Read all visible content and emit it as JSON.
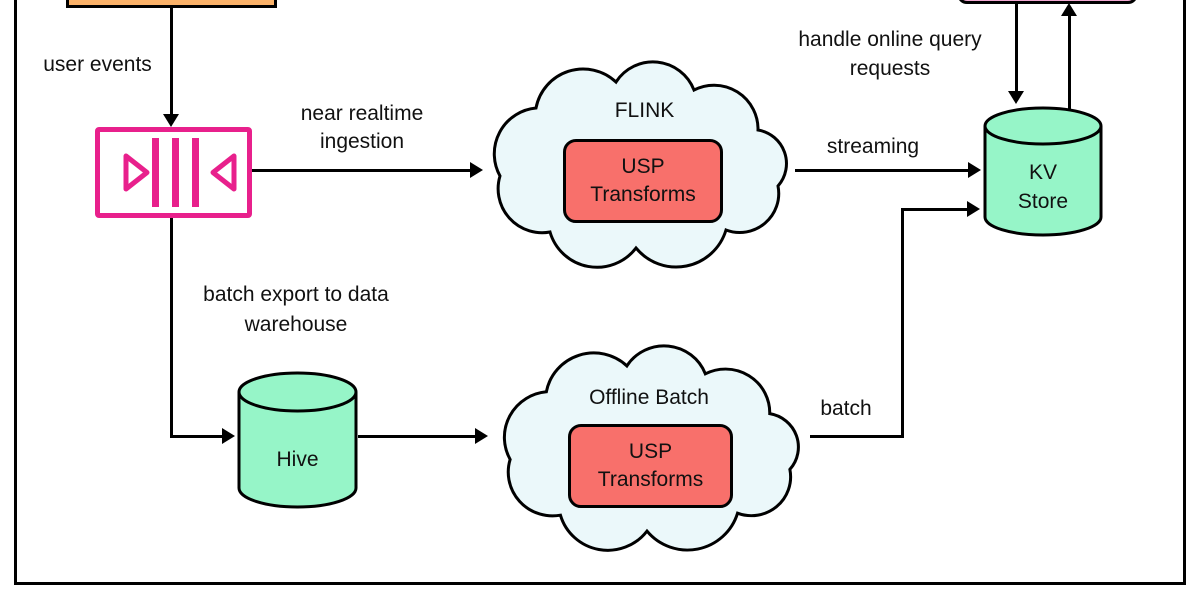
{
  "diagram": {
    "type": "architecture-flow-diagram",
    "colors": {
      "cloud_fill": "#EBF8FA",
      "transform_fill": "#F8706B",
      "store_fill": "#96F5C8",
      "queue_stroke": "#E8208C",
      "source_fill": "#FBB269",
      "query_fill": "#F2A9D2",
      "line": "#000000"
    },
    "nodes": {
      "source_box": {
        "label": "",
        "note": "orange box cropped at top edge"
      },
      "event_queue": {
        "icon": "message-queue-icon"
      },
      "flink_cloud": {
        "label": "FLINK"
      },
      "flink_transform": {
        "lines": [
          "USP",
          "Transforms"
        ]
      },
      "kv_store": {
        "lines": [
          "KV",
          "Store"
        ]
      },
      "query_service": {
        "label": "",
        "note": "pink box cropped at top edge"
      },
      "hive": {
        "label": "Hive"
      },
      "offline_cloud": {
        "label": "Offline Batch"
      },
      "offline_transform": {
        "lines": [
          "USP",
          "Transforms"
        ]
      }
    },
    "edges": {
      "user_events": {
        "label": "user events"
      },
      "near_realtime": {
        "lines": [
          "near realtime",
          "ingestion"
        ]
      },
      "streaming": {
        "label": "streaming"
      },
      "handle_query": {
        "lines": [
          "handle online query",
          "requests"
        ]
      },
      "batch_export": {
        "lines": [
          "batch export to data",
          "warehouse"
        ]
      },
      "batch": {
        "label": "batch"
      }
    }
  }
}
